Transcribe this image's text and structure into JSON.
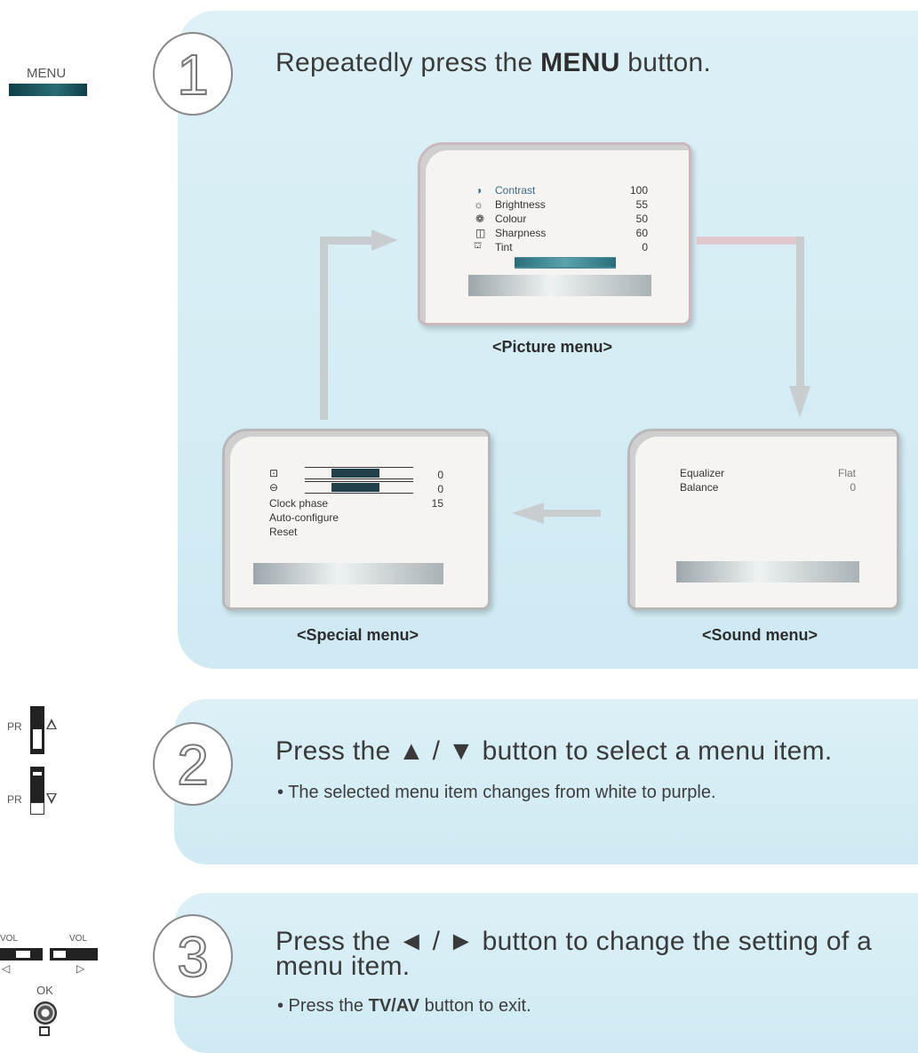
{
  "left": {
    "menu_label": "MENU",
    "pr_up_label": "PR",
    "pr_down_label": "PR",
    "vol_left_label": "VOL",
    "vol_right_label": "VOL",
    "ok_label": "OK"
  },
  "step1": {
    "number": "1",
    "title_pre": "Repeatedly press the ",
    "title_bold": "MENU",
    "title_post": " button."
  },
  "picture_menu": {
    "caption": "<Picture menu>",
    "items": [
      {
        "label": "Contrast",
        "value": "100"
      },
      {
        "label": "Brightness",
        "value": "55"
      },
      {
        "label": "Colour",
        "value": "50"
      },
      {
        "label": "Sharpness",
        "value": "60"
      },
      {
        "label": "Tint",
        "value": "0"
      }
    ]
  },
  "sound_menu": {
    "caption": "<Sound menu>",
    "items": [
      {
        "label": "Equalizer",
        "value": "Flat"
      },
      {
        "label": "Balance",
        "value": "0"
      }
    ]
  },
  "special_menu": {
    "caption": "<Special menu>",
    "items": [
      {
        "label": "",
        "value": "0"
      },
      {
        "label": "",
        "value": "0"
      },
      {
        "label": "Clock phase",
        "value": "15"
      },
      {
        "label": "Auto-configure",
        "value": ""
      },
      {
        "label": "Reset",
        "value": ""
      }
    ]
  },
  "step2": {
    "number": "2",
    "title": "Press the ▲ / ▼  button to select a menu item.",
    "bullet": "• The selected menu item changes from white to purple."
  },
  "step3": {
    "number": "3",
    "title_line1": "Press the ◄ / ► button to change the setting of a",
    "title_line2": "menu item.",
    "bullet_pre": "• Press the ",
    "bullet_bold": "TV/AV",
    "bullet_post": " button to exit."
  },
  "colors": {
    "panel": "#d8eef5",
    "highlight_text": "#386b87",
    "menu_button": "#1e4a55"
  }
}
